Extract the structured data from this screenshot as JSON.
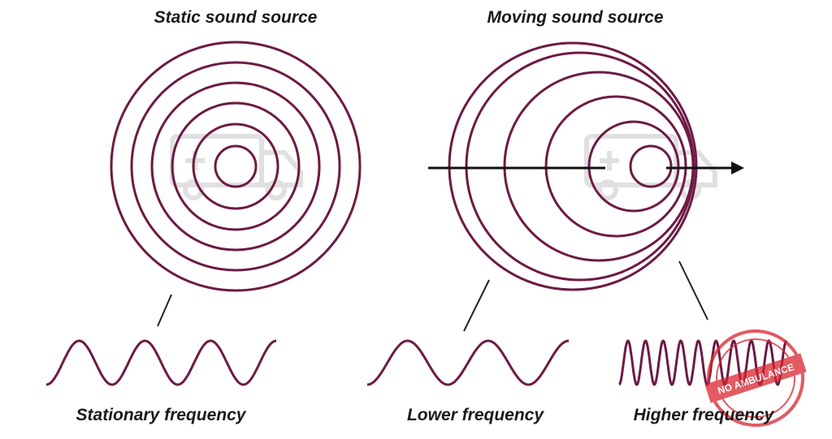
{
  "titles": {
    "static": "Static sound source",
    "moving": "Moving sound source"
  },
  "labels": {
    "stationary": "Stationary frequency",
    "lower": "Lower frequency",
    "higher": "Higher frequency"
  },
  "colors": {
    "wave": "#6e1a45",
    "arrow": "#111111",
    "leader": "#222222",
    "watermark": "#c8c8c8",
    "stamp": "#d9232e"
  },
  "icons": {
    "watermark": "ambulance-icon",
    "stamp": "stamp-seal"
  },
  "stamp_text": "NO AMBULANCE"
}
